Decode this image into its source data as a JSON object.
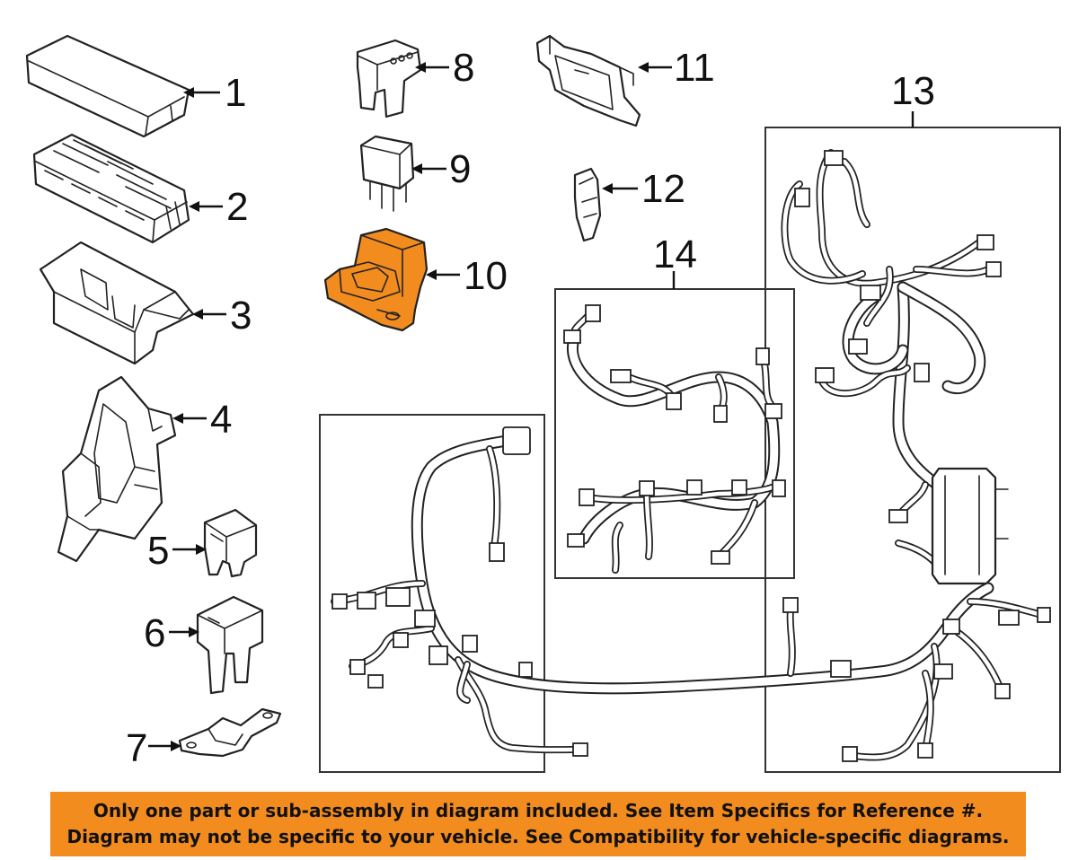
{
  "callouts": [
    "1",
    "2",
    "3",
    "4",
    "5",
    "6",
    "7",
    "8",
    "9",
    "10",
    "11",
    "12",
    "13",
    "14"
  ],
  "highlight_color": "#F28C1E",
  "banner": {
    "line1": "Only one part or sub-assembly in diagram included. See Item Specifics for Reference #.",
    "line2": "Diagram may not be specific to your vehicle. See Compatibility for vehicle-specific diagrams."
  }
}
